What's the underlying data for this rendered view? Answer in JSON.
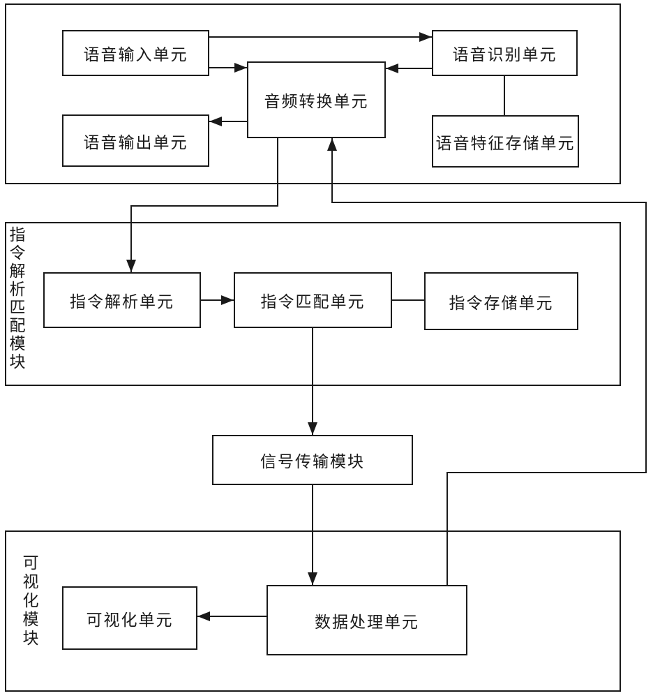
{
  "diagram": {
    "modules": [
      {
        "id": "voice-processing-module",
        "label": ""
      },
      {
        "id": "command-parse-match-module",
        "label": "指令解析匹配模块"
      },
      {
        "id": "visualization-module",
        "label": "可视化模块"
      }
    ],
    "nodes": [
      {
        "id": "voice-input-unit",
        "label": "语音输入单元"
      },
      {
        "id": "voice-recognition-unit",
        "label": "语音识别单元"
      },
      {
        "id": "audio-conversion-unit",
        "label": "音频转换单元"
      },
      {
        "id": "voice-output-unit",
        "label": "语音输出单元"
      },
      {
        "id": "voice-feature-storage-unit",
        "label": "语音特征存储单元"
      },
      {
        "id": "command-parsing-unit",
        "label": "指令解析单元"
      },
      {
        "id": "command-matching-unit",
        "label": "指令匹配单元"
      },
      {
        "id": "command-storage-unit",
        "label": "指令存储单元"
      },
      {
        "id": "signal-transmission-module",
        "label": "信号传输模块"
      },
      {
        "id": "visualization-unit",
        "label": "可视化单元"
      },
      {
        "id": "data-processing-unit",
        "label": "数据处理单元"
      }
    ],
    "edges": [
      {
        "from": "voice-input-unit",
        "to": "voice-recognition-unit",
        "style": "arrow"
      },
      {
        "from": "voice-input-unit",
        "to": "audio-conversion-unit",
        "style": "arrow"
      },
      {
        "from": "audio-conversion-unit",
        "to": "voice-output-unit",
        "style": "arrow"
      },
      {
        "from": "voice-recognition-unit",
        "to": "audio-conversion-unit",
        "style": "arrow"
      },
      {
        "from": "voice-recognition-unit",
        "to": "voice-feature-storage-unit",
        "style": "line"
      },
      {
        "from": "audio-conversion-unit",
        "to": "command-parsing-unit",
        "style": "arrow"
      },
      {
        "from": "command-parsing-unit",
        "to": "command-matching-unit",
        "style": "arrow"
      },
      {
        "from": "command-matching-unit",
        "to": "command-storage-unit",
        "style": "line"
      },
      {
        "from": "command-matching-unit",
        "to": "signal-transmission-module",
        "style": "arrow"
      },
      {
        "from": "signal-transmission-module",
        "to": "data-processing-unit",
        "style": "arrow"
      },
      {
        "from": "data-processing-unit",
        "to": "visualization-unit",
        "style": "arrow"
      },
      {
        "from": "data-processing-unit",
        "to": "audio-conversion-unit",
        "style": "arrow-feedback"
      }
    ],
    "colors": {
      "line": "#1a1a1a",
      "background": "#ffffff",
      "box_fill": "#ffffff"
    }
  }
}
